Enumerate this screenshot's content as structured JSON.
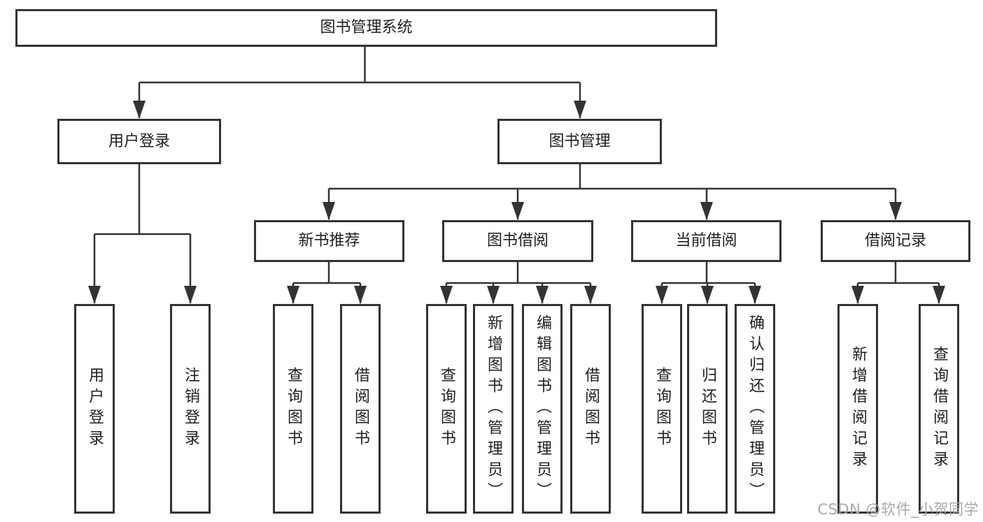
{
  "diagram": {
    "root": {
      "label": "图书管理系统"
    },
    "branches": [
      {
        "label": "用户登录",
        "children": [
          {
            "label": "用户登录"
          },
          {
            "label": "注销登录"
          }
        ]
      },
      {
        "label": "图书管理",
        "children": [
          {
            "label": "新书推荐",
            "children": [
              {
                "label": "查询图书"
              },
              {
                "label": "借阅图书"
              }
            ]
          },
          {
            "label": "图书借阅",
            "children": [
              {
                "label": "查询图书"
              },
              {
                "label": "新增图书（管理员）"
              },
              {
                "label": "编辑图书（管理员）"
              },
              {
                "label": "借阅图书"
              }
            ]
          },
          {
            "label": "当前借阅",
            "children": [
              {
                "label": "查询图书"
              },
              {
                "label": "归还图书"
              },
              {
                "label": "确认归还（管理员）"
              }
            ]
          },
          {
            "label": "借阅记录",
            "children": [
              {
                "label": "新增借阅记录"
              },
              {
                "label": "查询借阅记录"
              }
            ]
          }
        ]
      }
    ]
  },
  "watermark": {
    "text": "CSDN @软件_小贺同学"
  },
  "colors": {
    "line": "#333333",
    "text": "#1f1f1f",
    "node_bg": "#ffffff",
    "watermark": "#a9a9a9",
    "background": "#ffffff"
  }
}
